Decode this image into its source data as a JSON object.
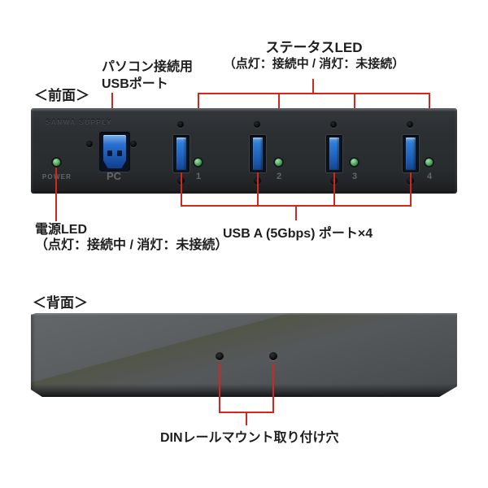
{
  "front": {
    "section_label": "＜前面＞",
    "annotations": {
      "pc_line1": "パソコン接続用",
      "pc_line2": "USBポート",
      "status_line1": "ステータスLED",
      "status_line2": "（点灯：接続中 / 消灯：未接続）",
      "power_line1": "電源LED",
      "power_line2": "（点灯：接続中 / 消灯：未接続）",
      "usb_ports_label": "USB A (5Gbps) ポート×4"
    },
    "device": {
      "logo": "SANWA SUPPLY",
      "power_led_label": "POWER",
      "pc_port_label": "PC",
      "port_numbers": [
        "1",
        "2",
        "3",
        "4"
      ]
    }
  },
  "rear": {
    "section_label": "＜背面＞",
    "annotations": {
      "din_label": "DINレールマウント取り付け穴"
    }
  },
  "colors": {
    "callout_red": "#d3271e",
    "led_green": "#4ba65a",
    "usb_blue": "#1f6ac8",
    "front_panel_dark": "#2b2e31",
    "rear_panel_gray": "#56595c",
    "background": "#ffffff"
  }
}
